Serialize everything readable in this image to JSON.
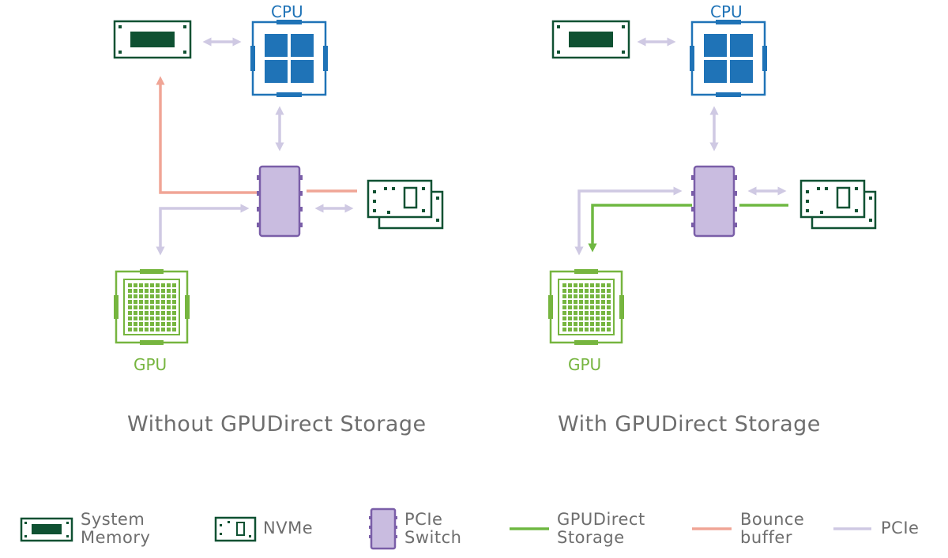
{
  "diagrams": [
    {
      "cpu_label": "CPU",
      "gpu_label": "GPU",
      "caption": "Without GPUDirect Storage"
    },
    {
      "cpu_label": "CPU",
      "gpu_label": "GPU",
      "caption": "With GPUDirect Storage"
    }
  ],
  "legend": {
    "system_memory": {
      "line1": "System",
      "line2": "Memory"
    },
    "nvme": "NVMe",
    "pcie_switch": {
      "line1": "PCIe",
      "line2": "Switch"
    },
    "gpudirect_storage": {
      "line1": "GPUDirect",
      "line2": "Storage"
    },
    "bounce_buffer": {
      "line1": "Bounce",
      "line2": "buffer"
    },
    "pcie": "PCIe"
  },
  "colors": {
    "memory": "#0f5132",
    "cpu": "#1f73b7",
    "gpu": "#76b53f",
    "switch_fill": "#c9bce0",
    "switch_stroke": "#7a5ea8",
    "pcie": "#cfc9e3",
    "bounce": "#f0a596",
    "gds": "#6fb842",
    "text": "#6e6e6e"
  }
}
